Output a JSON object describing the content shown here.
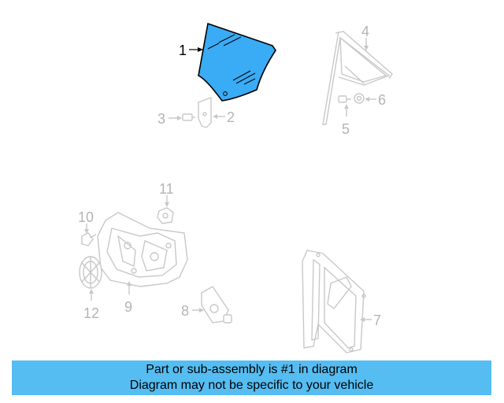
{
  "diagram": {
    "callouts": [
      {
        "id": "1",
        "text": "1",
        "highlighted": true
      },
      {
        "id": "2",
        "text": "2"
      },
      {
        "id": "3",
        "text": "3"
      },
      {
        "id": "4",
        "text": "4"
      },
      {
        "id": "5",
        "text": "5"
      },
      {
        "id": "6",
        "text": "6"
      },
      {
        "id": "7",
        "text": "7"
      },
      {
        "id": "8",
        "text": "8"
      },
      {
        "id": "9",
        "text": "9"
      },
      {
        "id": "10",
        "text": "10"
      },
      {
        "id": "11",
        "text": "11"
      },
      {
        "id": "12",
        "text": "12"
      }
    ],
    "highlight_color": "#3aabf5",
    "part_line_color": "#c8c8c8"
  },
  "caption": {
    "line1": "Part or sub-assembly is #1 in diagram",
    "line2": "Diagram may not be specific to your vehicle",
    "background": "#55bdf2"
  }
}
